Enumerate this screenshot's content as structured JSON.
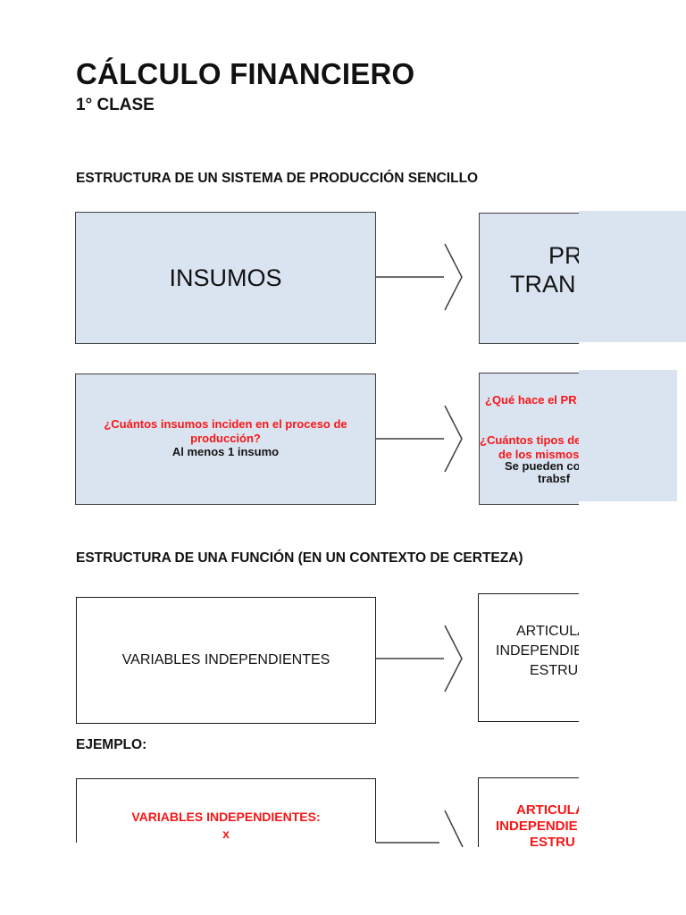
{
  "colors": {
    "box_blue": "#dae4f1",
    "red_text": "#f81616",
    "border_line": "#3f3f3f"
  },
  "page": {
    "title": "CÁLCULO FINANCIERO",
    "subtitle": "1° CLASE"
  },
  "headings": {
    "production": "ESTRUCTURA DE UN SISTEMA DE PRODUCCIÓN SENCILLO",
    "function": "ESTRUCTURA DE UNA FUNCIÓN (EN UN CONTEXTO DE CERTEZA)",
    "example": "EJEMPLO:"
  },
  "production_diagram": {
    "insumos_box": {
      "label": "INSUMOS"
    },
    "process_box": {
      "visible_lines": [
        "PR",
        "TRAN"
      ]
    },
    "insumos_question_box": {
      "question_lines": [
        "¿Cuántos insumos inciden en el proceso de",
        "producción?"
      ],
      "answer": "Al menos 1 insumo"
    },
    "process_question_box": {
      "visible_lines": [
        {
          "text": "¿Qué hace el PR",
          "color": "red"
        },
        {
          "text": "¿Cuántos tipos de",
          "color": "red"
        },
        {
          "text": "de los mismos",
          "color": "red"
        },
        {
          "text": "Se pueden co",
          "color": "black"
        },
        {
          "text": "trabsf",
          "color": "black"
        }
      ]
    }
  },
  "function_diagram": {
    "variables_box": {
      "label": "VARIABLES INDEPENDIENTES"
    },
    "articulation_box": {
      "visible_lines": [
        "ARTICULA",
        "INDEPENDIE",
        "ESTRU"
      ]
    }
  },
  "example_diagram": {
    "variables_box": {
      "lines": [
        "VARIABLES INDEPENDIENTES:",
        "x"
      ]
    },
    "articulation_box": {
      "visible_lines": [
        "ARTICULA",
        "INDEPENDIE",
        "ESTRU"
      ]
    }
  }
}
